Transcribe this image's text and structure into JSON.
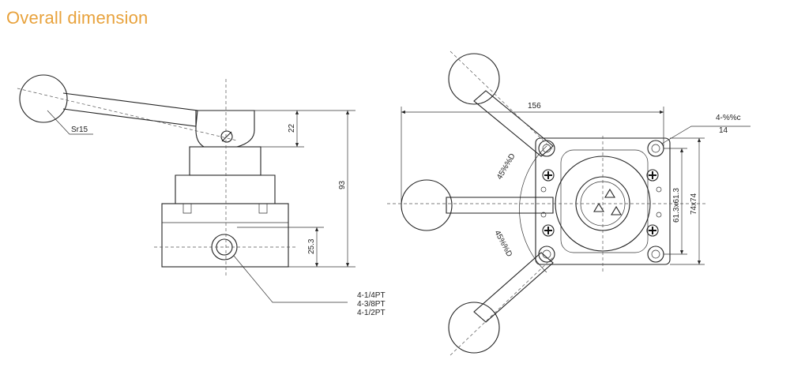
{
  "heading": "Overall dimension",
  "side_view": {
    "sphere_radius": "Sr15",
    "height_top": "22",
    "height_total": "93",
    "port_height": "25.3",
    "ports": [
      "4-1/4PT",
      "4-3/8PT",
      "4-1/2PT"
    ]
  },
  "top_view": {
    "width": "156",
    "hole_spec": "4-%%c",
    "hole_size": "14",
    "inner_square": "61.3x61.3",
    "outer_square": "74x74",
    "angle_upper": "45%%D",
    "angle_lower": "45%%D"
  }
}
